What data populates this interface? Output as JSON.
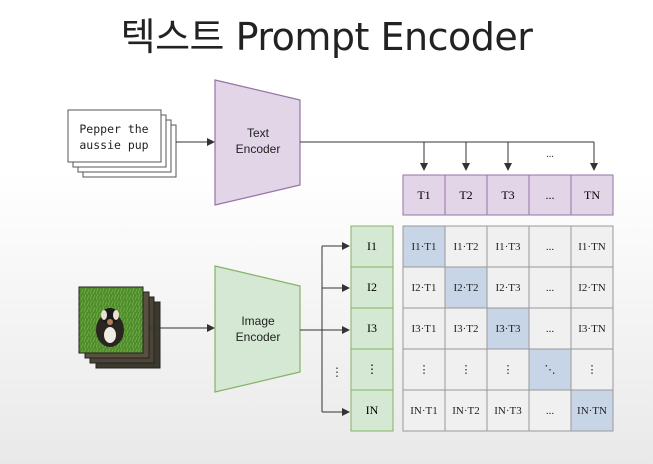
{
  "title": "텍스트 Prompt Encoder",
  "input_text": [
    "Pepper the",
    "aussie pup"
  ],
  "text_encoder": [
    "Text",
    "Encoder"
  ],
  "image_encoder": [
    "Image",
    "Encoder"
  ],
  "text_embeddings": [
    "T1",
    "T2",
    "T3",
    "...",
    "TN"
  ],
  "text_arrow_dots": "...",
  "image_embeddings": [
    "I1",
    "I2",
    "I3",
    "⋮",
    "IN"
  ],
  "image_arrow_dots": "⋮",
  "matrix": [
    [
      "I1·T1",
      "I1·T2",
      "I1·T3",
      "...",
      "I1·TN"
    ],
    [
      "I2·T1",
      "I2·T2",
      "I2·T3",
      "...",
      "I2·TN"
    ],
    [
      "I3·T1",
      "I3·T2",
      "I3·T3",
      "...",
      "I3·TN"
    ],
    [
      "⋮",
      "⋮",
      "⋮",
      "⋱",
      "⋮"
    ],
    [
      "IN·T1",
      "IN·T2",
      "IN·T3",
      "...",
      "IN·TN"
    ]
  ],
  "colors": {
    "text_encoder_fill": "#e1d5e7",
    "text_encoder_stroke": "#9673a6",
    "image_encoder_fill": "#d5e8d4",
    "image_encoder_stroke": "#82b366",
    "diagonal_fill": "#c8d5e6",
    "matrix_fill": "#f0f0f0"
  }
}
